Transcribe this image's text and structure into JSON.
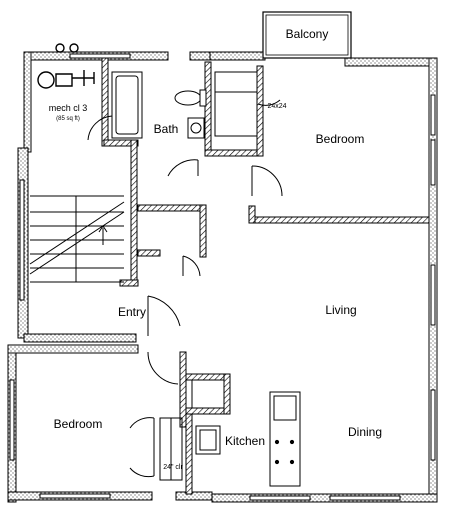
{
  "rooms": {
    "balcony": "Balcony",
    "bedroom_top": "Bedroom",
    "bath": "Bath",
    "mech_closet": "mech cl 3",
    "mech_area": "(85 sq ft)",
    "closet_size_top": "24x24",
    "entry": "Entry",
    "living": "Living",
    "bedroom_bottom": "Bedroom",
    "kitchen": "Kitchen",
    "dining": "Dining",
    "closet_size_bottom": "24\" clr"
  },
  "colors": {
    "wall_fill": "#ffffff",
    "wall_stroke": "#000000",
    "hatch": "#000000",
    "stipple": "#000000"
  }
}
